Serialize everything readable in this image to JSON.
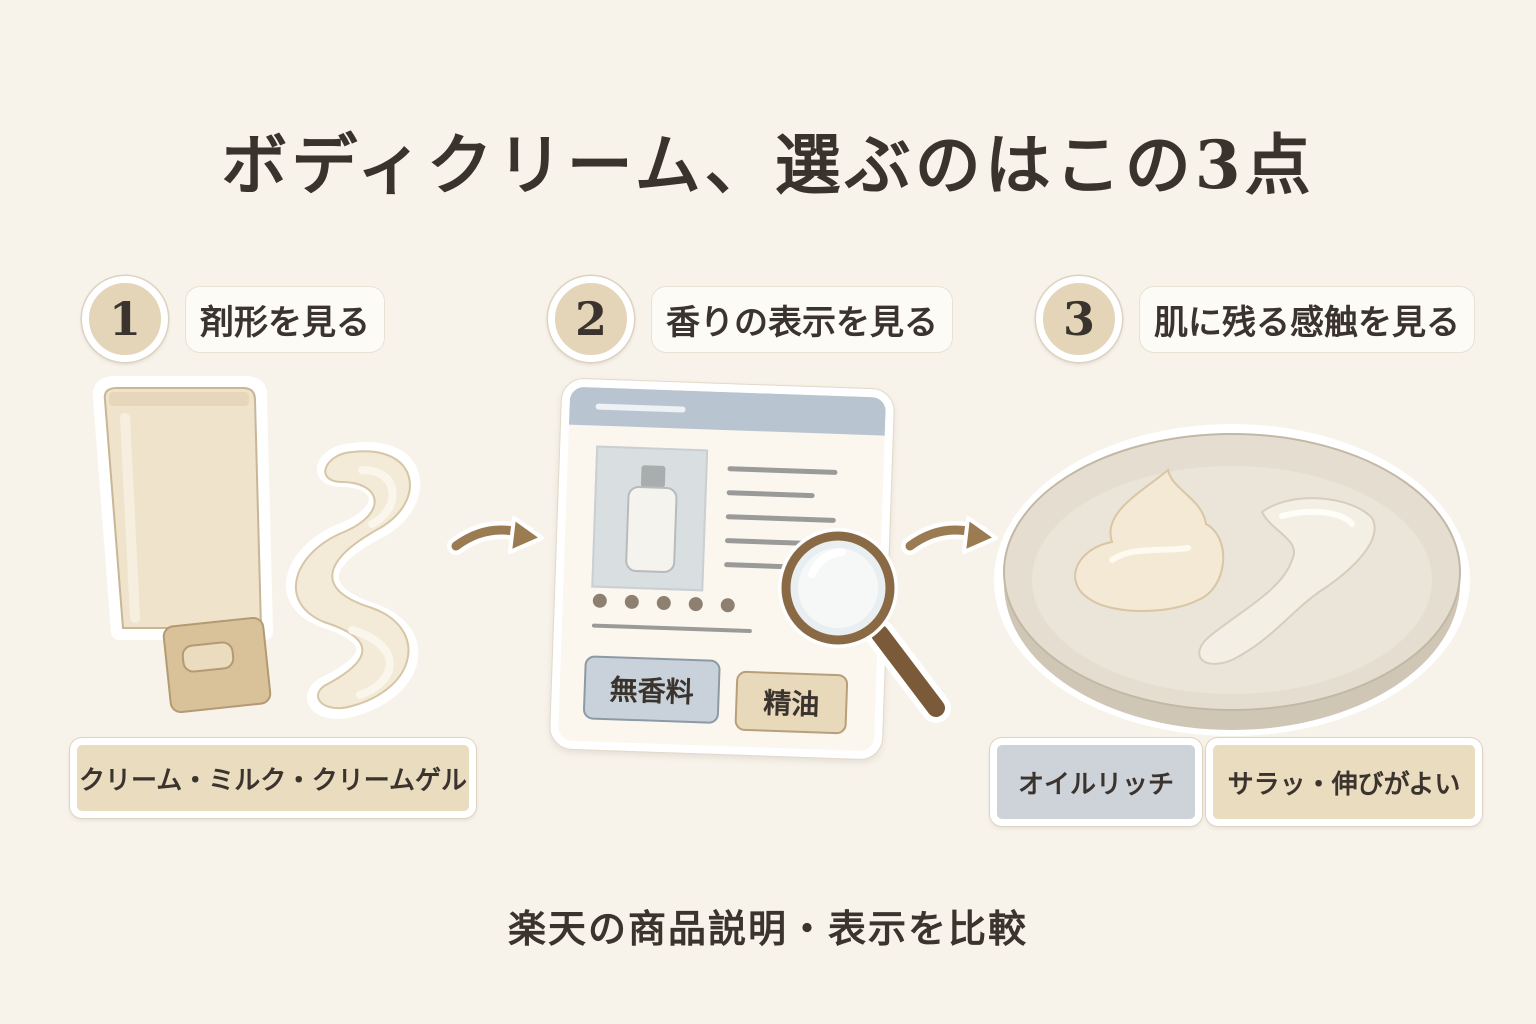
{
  "title": "ボディクリーム、選ぶのはこの3点",
  "steps": [
    {
      "number": "1",
      "label": "剤形を見る",
      "tags": [
        "クリーム・ミルク・クリームゲル"
      ]
    },
    {
      "number": "2",
      "label": "香りの表示を見る",
      "chips": [
        "無香料",
        "精油"
      ]
    },
    {
      "number": "3",
      "label": "肌に残る感触を見る",
      "tags": [
        "オイルリッチ",
        "サラッ・伸びがよい"
      ]
    }
  ],
  "footer": "楽天の商品説明・表示を比較",
  "colors": {
    "background": "#f8f3ea",
    "beige": "#eadcbf",
    "gray": "#cdd3d8",
    "arrow": "#9b7b52"
  },
  "icons": [
    "cream-tube-icon",
    "cream-swirl-icon",
    "arrow-right-icon",
    "product-page-icon",
    "bottle-icon",
    "magnifier-icon",
    "cream-dish-icon"
  ]
}
